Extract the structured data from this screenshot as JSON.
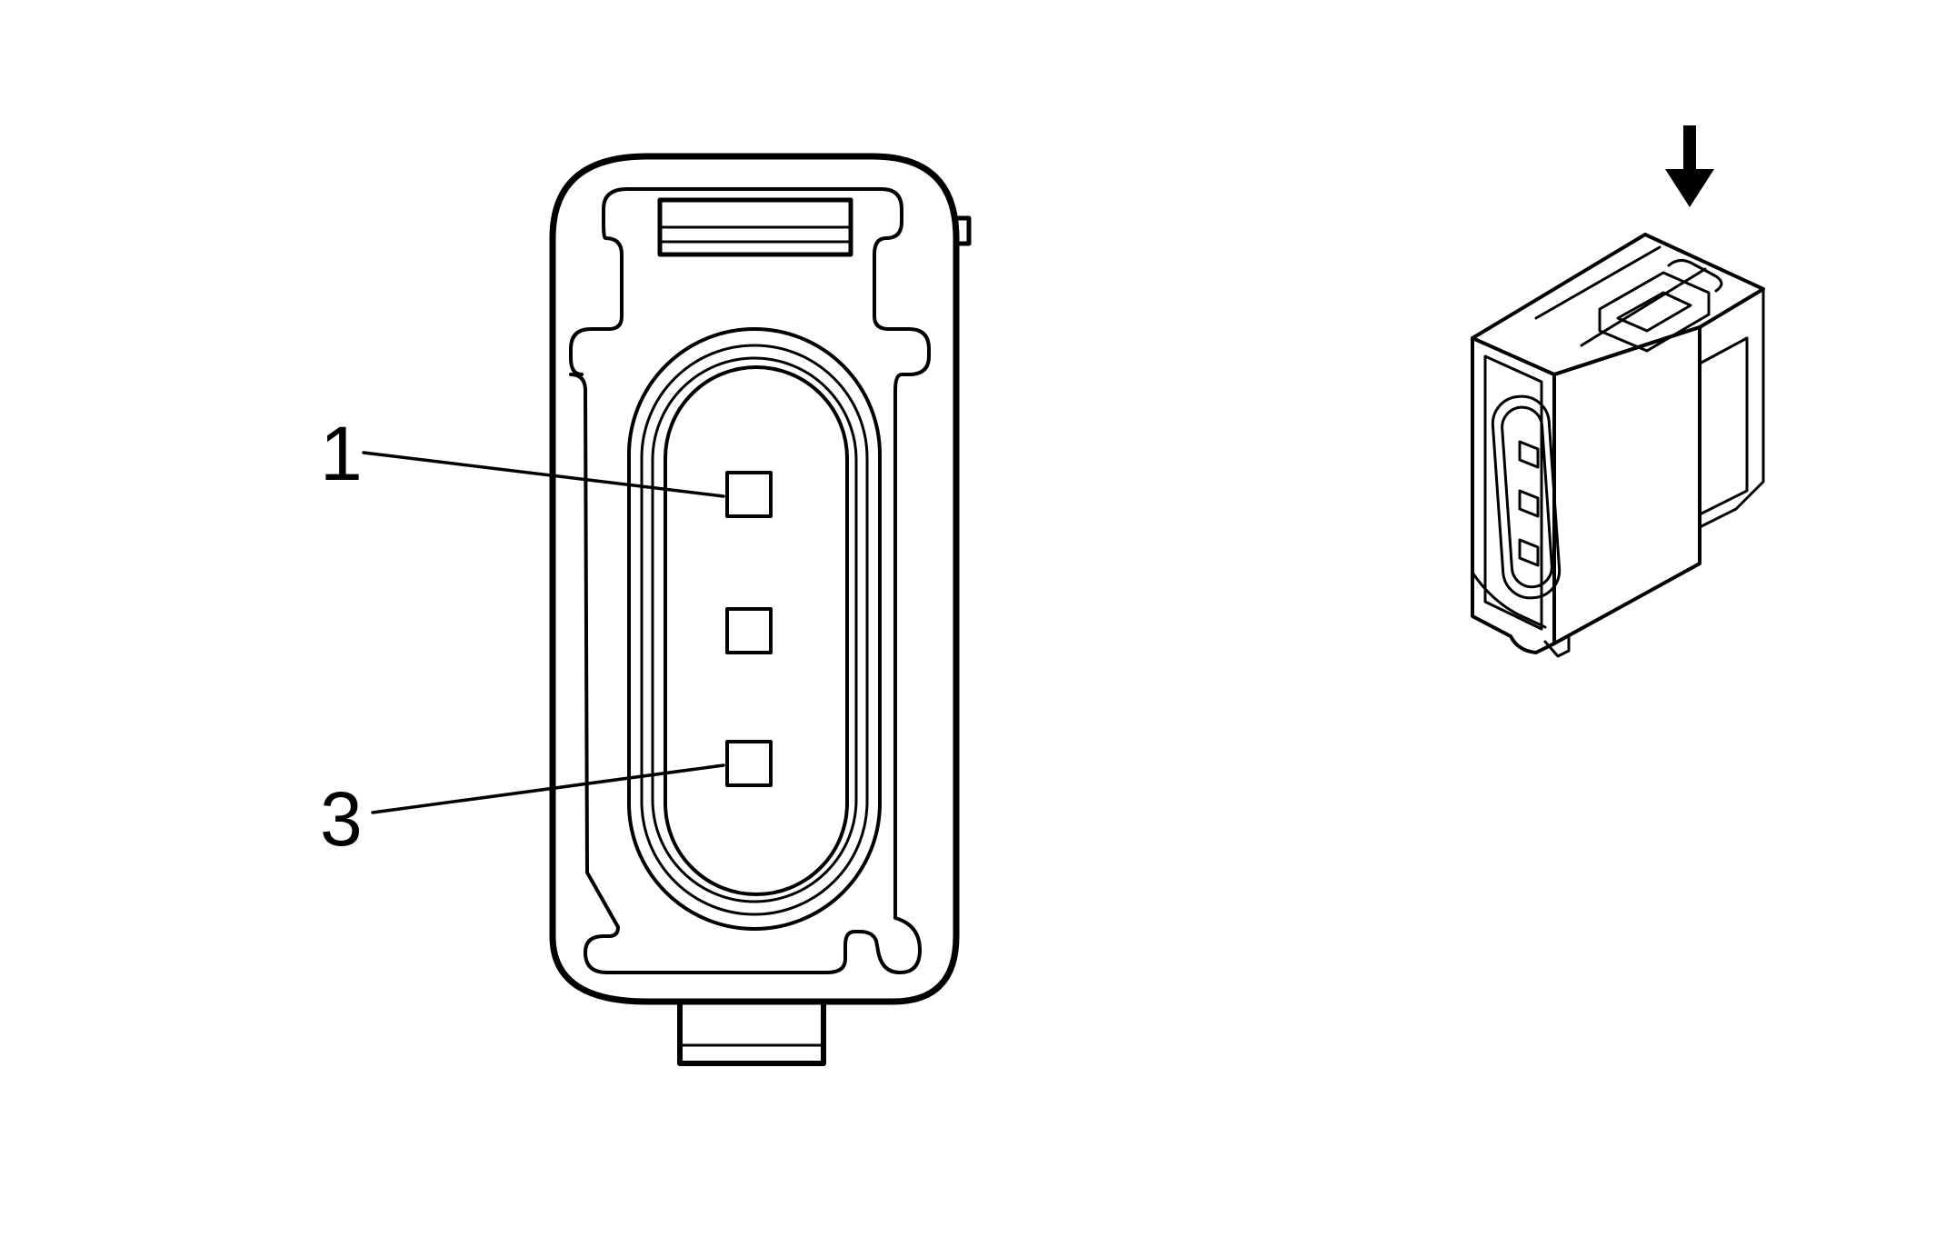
{
  "diagram": {
    "pin_labels": {
      "pin1": "1",
      "pin3": "3"
    },
    "colors": {
      "line": "#000000",
      "background": "#ffffff"
    },
    "icons": {
      "direction_arrow": "down-arrow-icon",
      "connector_isometric": "connector-3d-icon"
    },
    "pin_count": 3
  }
}
